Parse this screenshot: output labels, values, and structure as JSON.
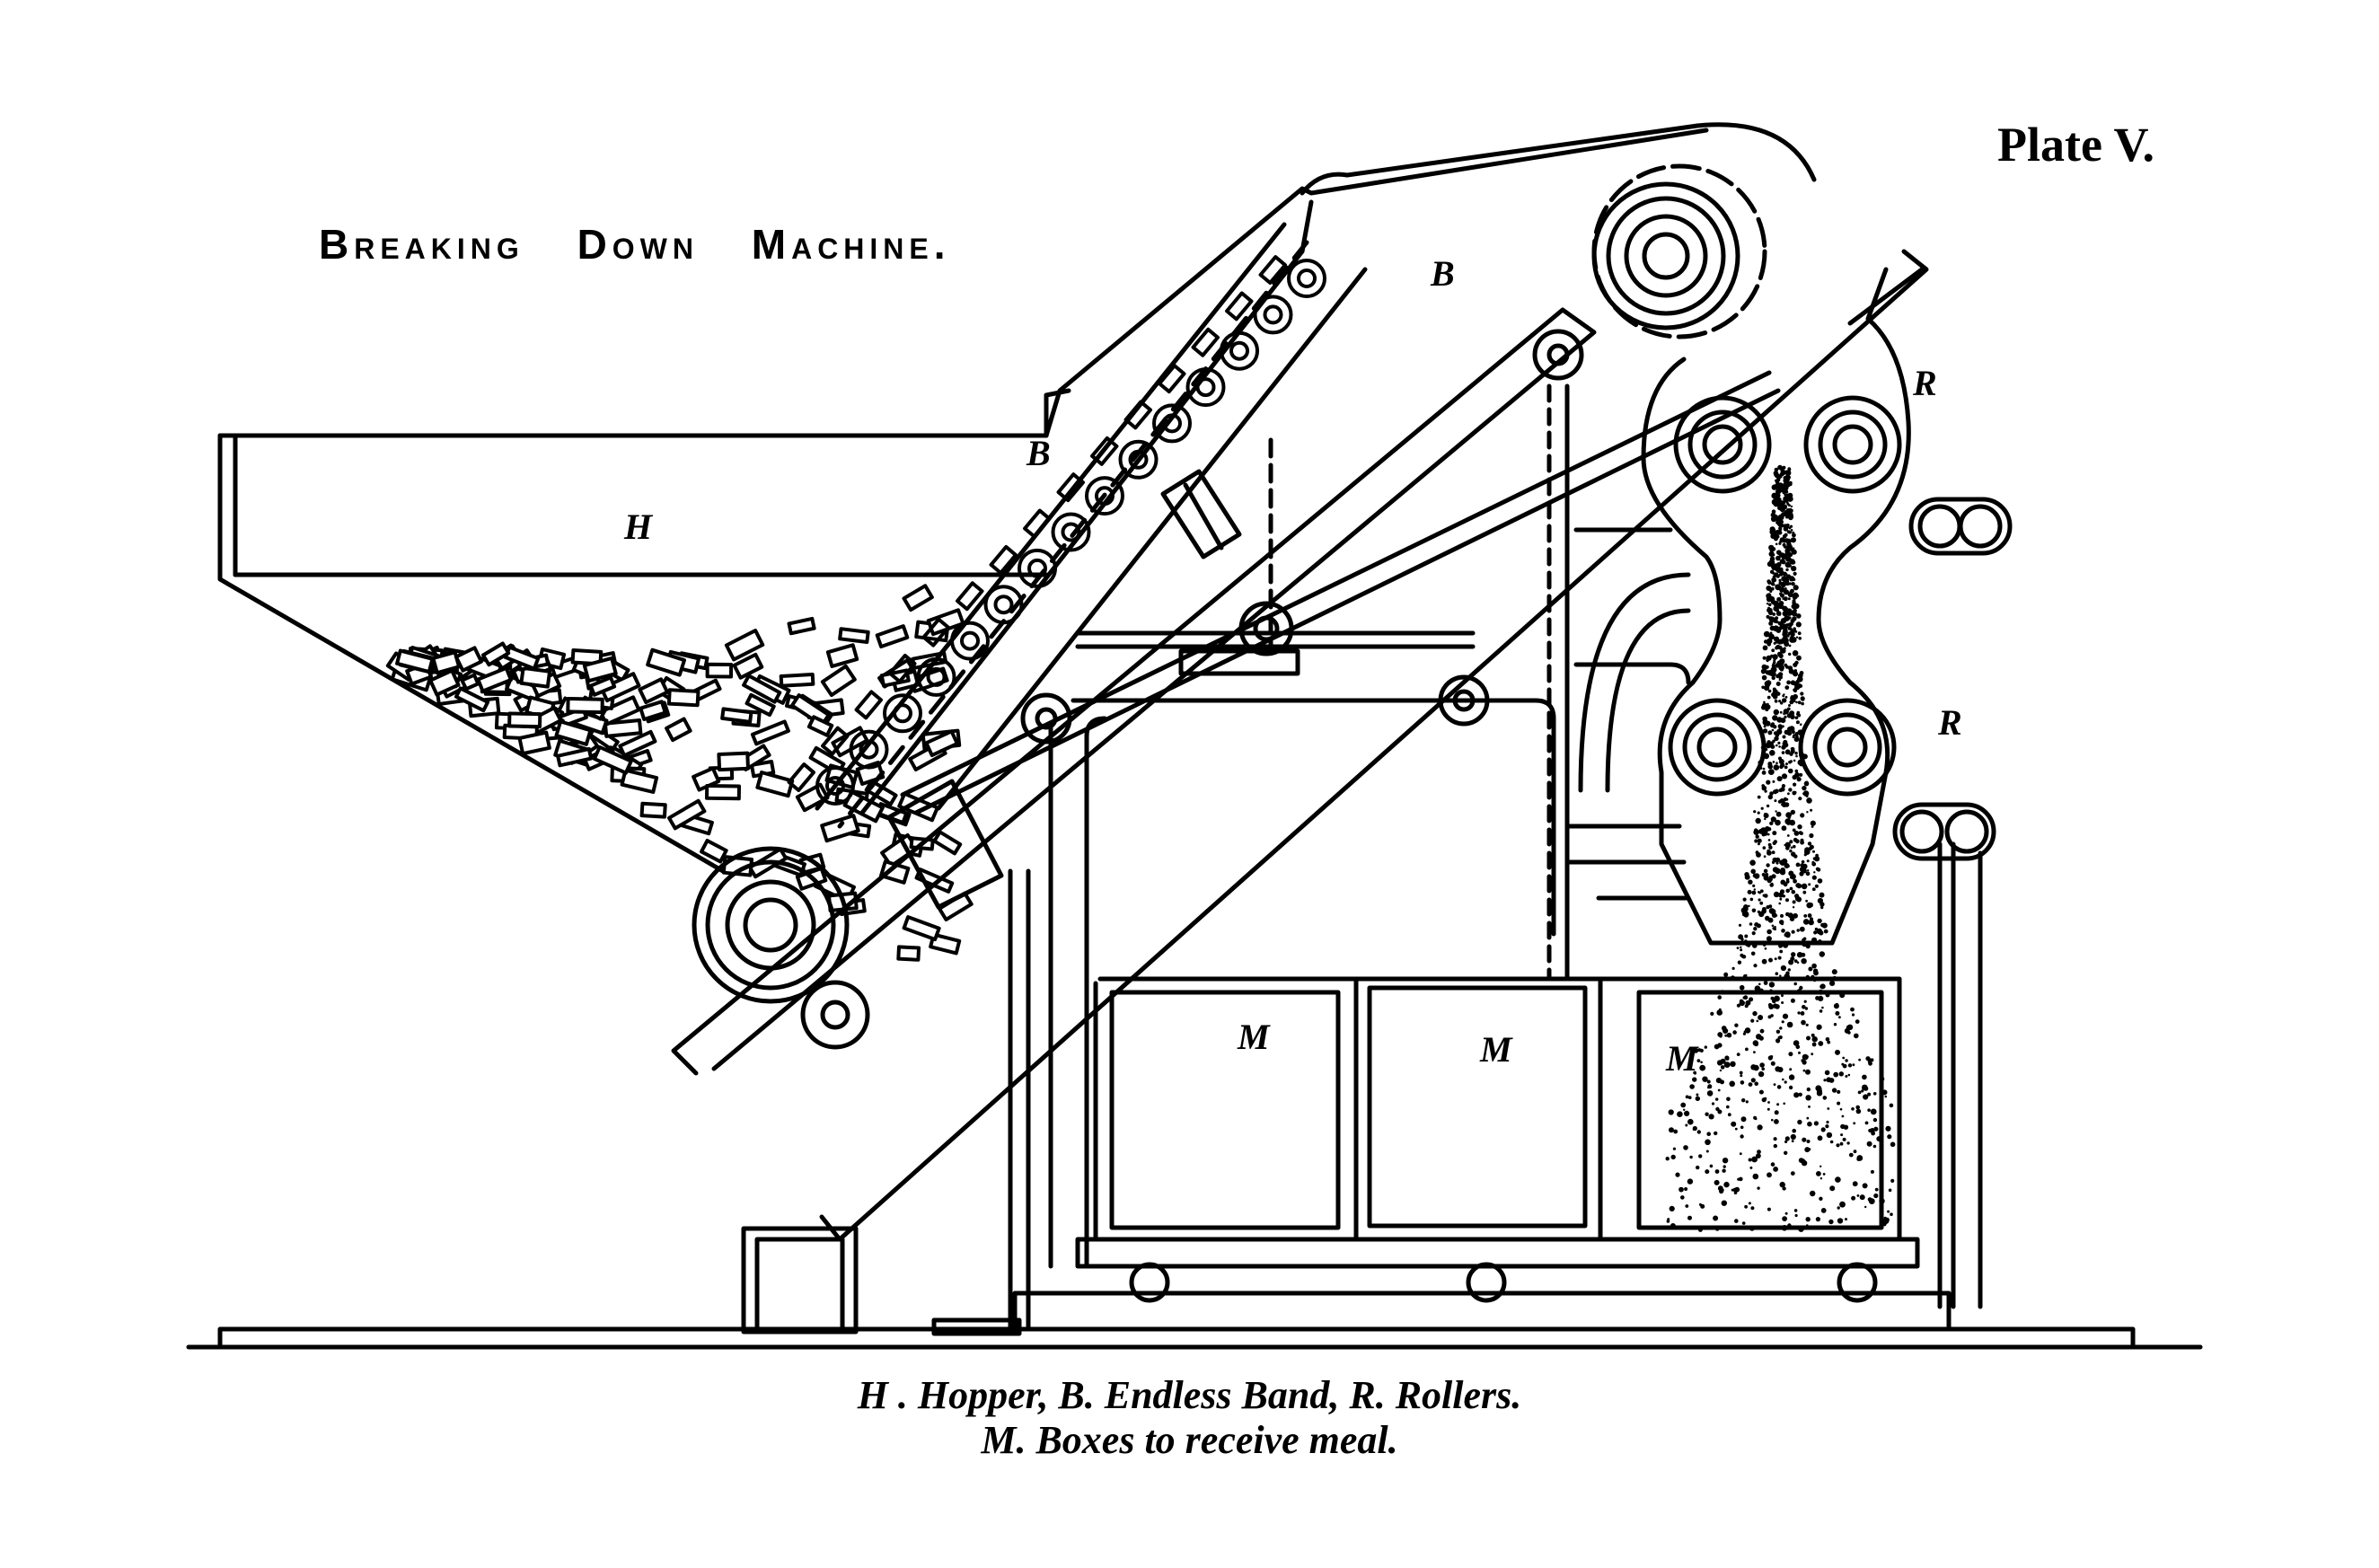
{
  "plate_label": "Plate V.",
  "title": "Breaking Down Machine.",
  "labels": {
    "hopper": "H",
    "band_upper": "B",
    "band_lower": "B",
    "rollers_upper": "R",
    "rollers_lower": "R",
    "box_1": "M",
    "box_2": "M",
    "box_3": "M"
  },
  "caption": {
    "line1": "H . Hopper, B. Endless Band, R. Rollers.",
    "line2": "M. Boxes to receive meal."
  }
}
